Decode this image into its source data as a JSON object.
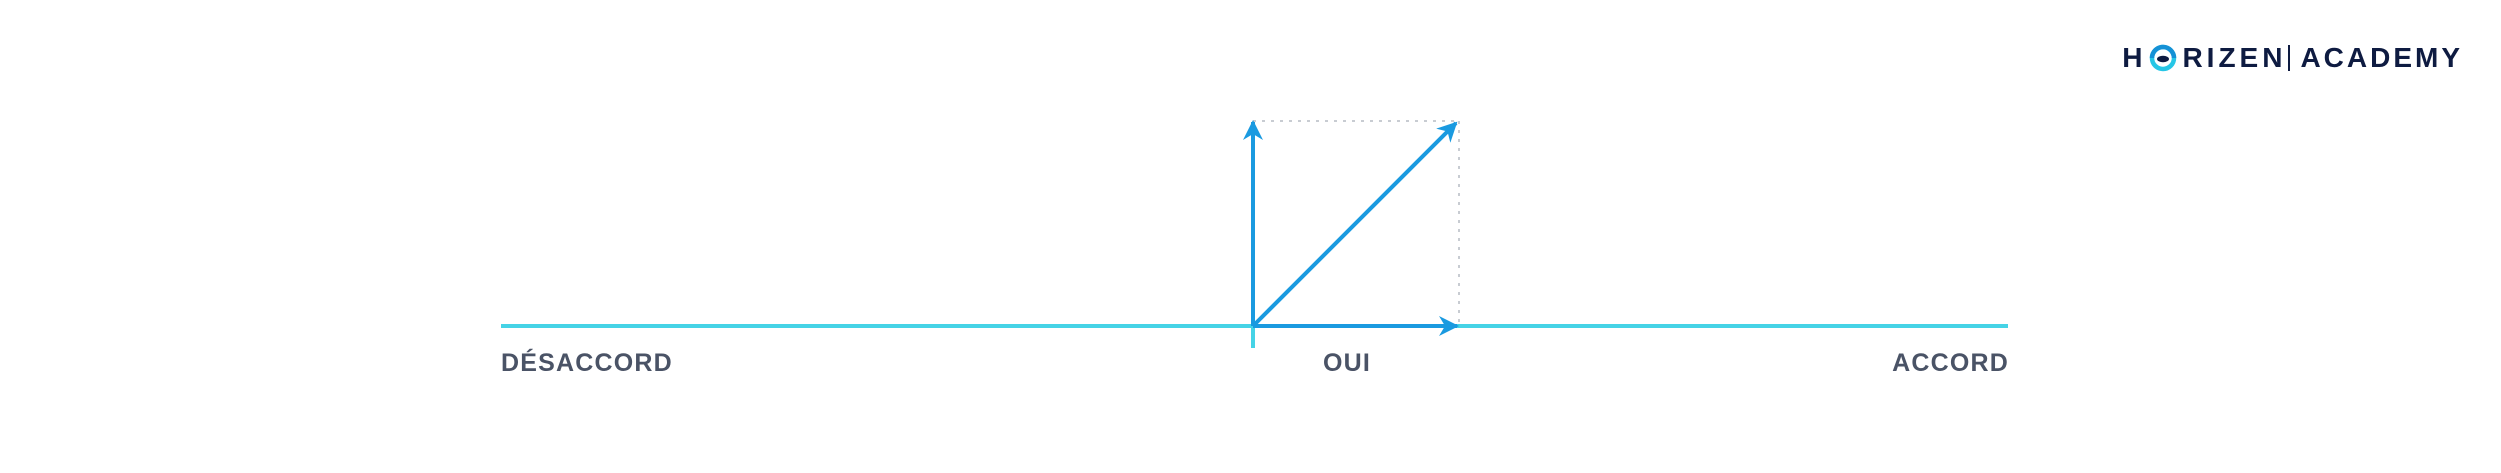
{
  "labels": {
    "left": "DÉSACCORD",
    "center": "OUI",
    "right": "ACCORD"
  },
  "logo": {
    "part_before_o": "H",
    "part_after_o": "RIZEN",
    "divider": "|",
    "academy": "ACADEMY"
  },
  "colors": {
    "axis_line": "#45d3e6",
    "arrows": "#1a9ae0",
    "guide_lines": "#c8ccd2",
    "label_text": "#4a5366",
    "logo_navy": "#0e1b41",
    "logo_accent": "#26c6e6",
    "logo_accent_dark": "#1591d6"
  }
}
